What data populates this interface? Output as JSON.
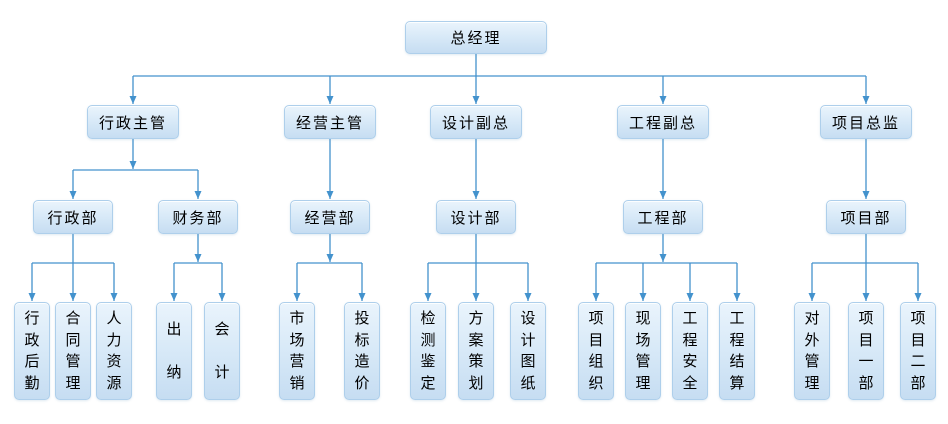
{
  "colors": {
    "connector_line": "#4392cd",
    "box_border": "#aecfeb",
    "box_fill_top": "#eaf4fc",
    "box_fill_bottom": "#c6ddf2",
    "text": "#000000"
  },
  "org": {
    "root": "总经理",
    "branches": [
      {
        "head": "行政主管",
        "depts": [
          {
            "name": "行政部",
            "teams": [
              "行政后勤",
              "合同管理",
              "人力资源"
            ]
          },
          {
            "name": "财务部",
            "teams": [
              "出纳",
              "会计"
            ]
          }
        ]
      },
      {
        "head": "经营主管",
        "depts": [
          {
            "name": "经营部",
            "teams": [
              "市场营销",
              "投标造价"
            ]
          }
        ]
      },
      {
        "head": "设计副总",
        "depts": [
          {
            "name": "设计部",
            "teams": [
              "检测鉴定",
              "方案策划",
              "设计图纸"
            ]
          }
        ]
      },
      {
        "head": "工程副总",
        "depts": [
          {
            "name": "工程部",
            "teams": [
              "项目组织",
              "现场管理",
              "工程安全",
              "工程结算"
            ]
          }
        ]
      },
      {
        "head": "项目总监",
        "depts": [
          {
            "name": "项目部",
            "teams": [
              "对外管理",
              "项目一部",
              "项目二部"
            ]
          }
        ]
      }
    ]
  }
}
